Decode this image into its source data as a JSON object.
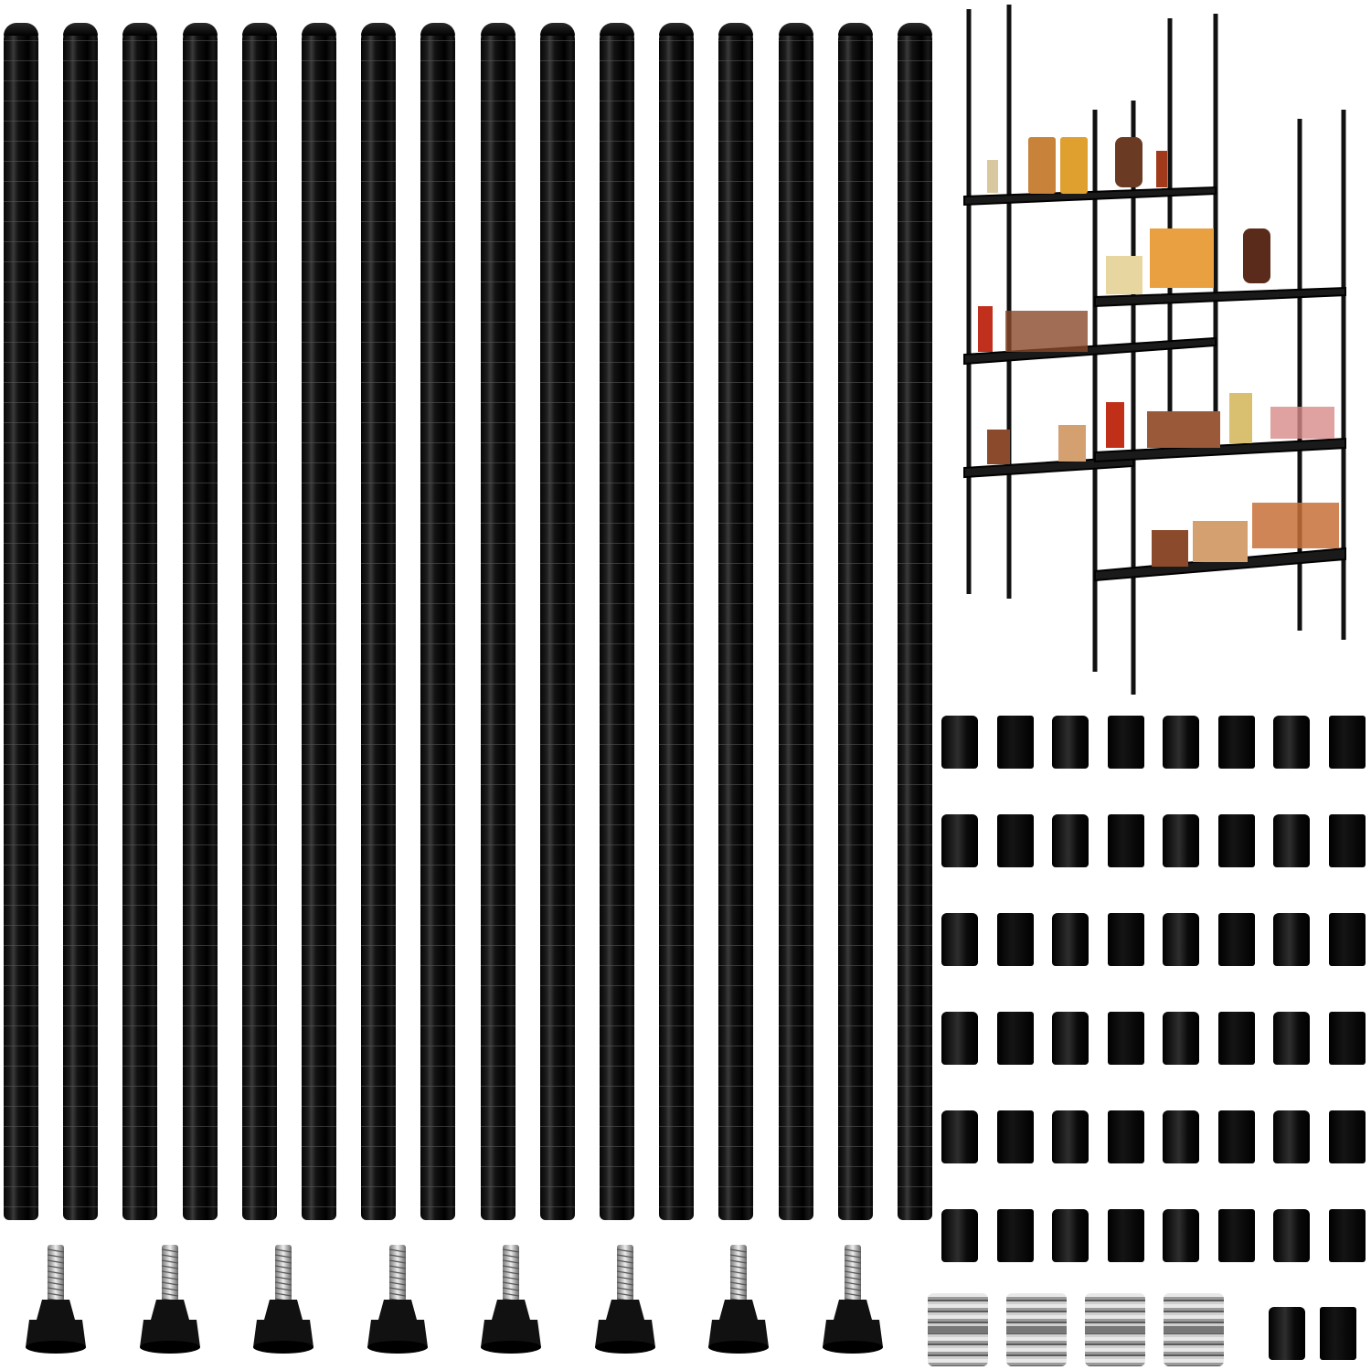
{
  "product": {
    "pole_count": 16,
    "leveling_foot_count": 8,
    "clip_grid_rows": 6,
    "clip_grid_columns": 8,
    "loose_clip_count": 2,
    "connector_count": 4
  },
  "colors": {
    "pole": "#0a0a0a",
    "clip": "#111111",
    "connector": "#b8b8b8",
    "background": "#ffffff"
  }
}
